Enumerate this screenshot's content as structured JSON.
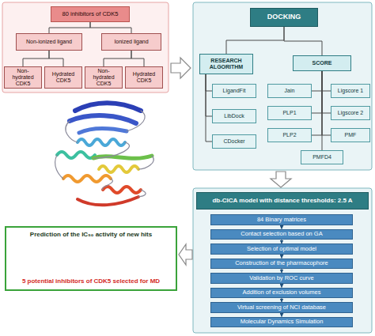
{
  "diagram": {
    "nodes": [
      {
        "text": [
          "80 inhibitors of CDK5"
        ]
      },
      {
        "text": [
          "Non-ionized ligand"
        ]
      },
      {
        "text": [
          "Ionized ligand"
        ]
      },
      {
        "text": [
          "Non-hydrated CDK5"
        ]
      },
      {
        "text": [
          "Hydrated CDK5"
        ]
      },
      {
        "text": [
          "Non-hydrated CDK5"
        ]
      },
      {
        "text": [
          "Hydrated CDK5"
        ]
      },
      {
        "text": [
          "DOCKING"
        ]
      },
      {
        "text": [
          "RESEARCH ALGORITHM"
        ]
      },
      {
        "text": [
          "SCORE"
        ]
      },
      {
        "text": [
          "LigandFit"
        ]
      },
      {
        "text": [
          "LibDock"
        ]
      },
      {
        "text": [
          "CDocker"
        ]
      },
      {
        "text": [
          "Jain"
        ]
      },
      {
        "text": [
          "Ligscore 1"
        ]
      },
      {
        "text": [
          "PLP1"
        ]
      },
      {
        "text": [
          "Ligscore 2"
        ]
      },
      {
        "text": [
          "PLP2"
        ]
      },
      {
        "text": [
          "PMF"
        ]
      },
      {
        "text": [
          "PMFD4"
        ]
      },
      {
        "text": [
          "db-CICA model with distance thresholds: 2.5 A"
        ]
      },
      {
        "text": [
          "84 Binary matrices"
        ]
      },
      {
        "text": [
          "Contact selection based on GA"
        ]
      },
      {
        "text": [
          "Selection of optimal model"
        ]
      },
      {
        "text": [
          "Construction of the pharmacophore"
        ]
      },
      {
        "text": [
          "Validation by ROC curve"
        ]
      },
      {
        "text": [
          "Addition of exclusion volumes"
        ]
      },
      {
        "text": [
          "Virtual screening of NCI database"
        ]
      },
      {
        "text": [
          "Molecular Dynamics Simulation"
        ]
      },
      {
        "text": [
          "Prediction of the IC₅₀ activity of new hits",
          "5 potential inhibitors of CDK5 selected for MD"
        ]
      }
    ],
    "edges": [
      {
        "from": 0,
        "to": 1,
        "arrow": "none"
      },
      {
        "from": 0,
        "to": 2,
        "arrow": "none"
      },
      {
        "from": 1,
        "to": 3,
        "arrow": "none"
      },
      {
        "from": 1,
        "to": 4,
        "arrow": "none"
      },
      {
        "from": 2,
        "to": 5,
        "arrow": "none"
      },
      {
        "from": 2,
        "to": 6,
        "arrow": "none"
      },
      {
        "from": 7,
        "to": 8,
        "arrow": "none"
      },
      {
        "from": 7,
        "to": 9,
        "arrow": "none"
      },
      {
        "from": 8,
        "to": 10,
        "arrow": "none"
      },
      {
        "from": 8,
        "to": 11,
        "arrow": "none"
      },
      {
        "from": 8,
        "to": 12,
        "arrow": "none"
      },
      {
        "from": 9,
        "to": 13,
        "arrow": "none"
      },
      {
        "from": 9,
        "to": 14,
        "arrow": "none"
      },
      {
        "from": 9,
        "to": 15,
        "arrow": "none"
      },
      {
        "from": 9,
        "to": 16,
        "arrow": "none"
      },
      {
        "from": 9,
        "to": 17,
        "arrow": "none"
      },
      {
        "from": 9,
        "to": 18,
        "arrow": "none"
      },
      {
        "from": 9,
        "to": 19,
        "arrow": "none"
      },
      {
        "from": 21,
        "to": 22,
        "arrow": "to"
      },
      {
        "from": 22,
        "to": 23,
        "arrow": "to"
      },
      {
        "from": 23,
        "to": 24,
        "arrow": "to"
      },
      {
        "from": 24,
        "to": 25,
        "arrow": "to"
      },
      {
        "from": 25,
        "to": 26,
        "arrow": "to"
      },
      {
        "from": 26,
        "to": 27,
        "arrow": "to"
      },
      {
        "from": 27,
        "to": 28,
        "arrow": "to"
      }
    ]
  }
}
